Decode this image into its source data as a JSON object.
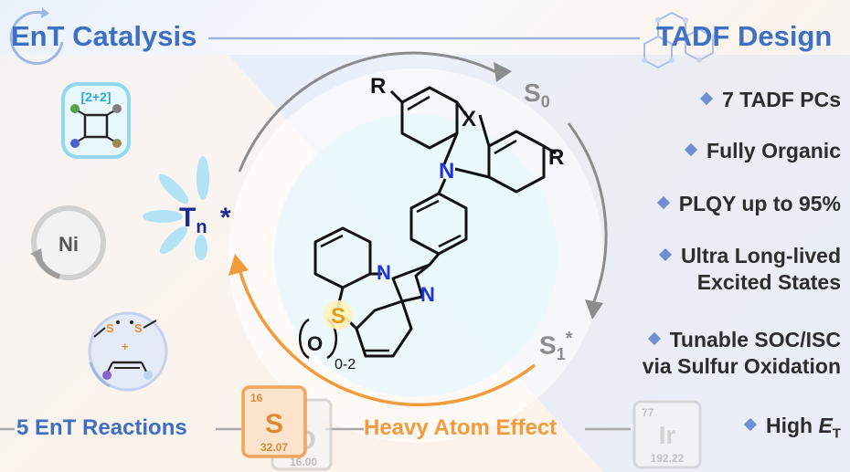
{
  "header": {
    "left_title": "EnT Catalysis",
    "right_title": "TADF Design"
  },
  "cycle": {
    "tn_label": "T",
    "tn_sub": "n",
    "tn_star": "*",
    "s0_label": "S",
    "s0_sub": "0",
    "s1_label": "S",
    "s1_sub": "1",
    "s1_star": "*"
  },
  "molecule": {
    "r_top": "R",
    "r_right": "R",
    "x_label": "X",
    "n_top": "N",
    "n_mid": "N",
    "n_right": "N",
    "s_label": "S",
    "o_label": "O",
    "sub_range": "0-2"
  },
  "reactions": {
    "cycloaddition_label": "[2+2]",
    "ni_label": "Ni",
    "thio_plus": "+",
    "thio_s1": "S",
    "thio_s2": "S"
  },
  "features": [
    {
      "text": "7 TADF PCs"
    },
    {
      "text": "Fully Organic"
    },
    {
      "text": "PLQY up to 95%"
    },
    {
      "line1": "Ultra Long-lived",
      "line2": "Excited States"
    },
    {
      "line1": "Tunable SOC/ISC",
      "line2": "via Sulfur Oxidation"
    },
    {
      "prefix": "High ",
      "italic": "E",
      "sub": "T"
    }
  ],
  "bottom": {
    "ent_reactions": "5 EnT Reactions",
    "heavy_atom": "Heavy Atom Effect",
    "sulfur": {
      "number": "16",
      "symbol": "S",
      "mass": "32.07"
    },
    "oxygen": {
      "symbol": "O",
      "mass": "16.00"
    },
    "iridium": {
      "number": "77",
      "symbol": "Ir",
      "mass": "192.22"
    }
  },
  "colors": {
    "title_blue": "#3f6fc2",
    "orange": "#f39a3b",
    "arrow_gray": "#8c8c8c",
    "cyan": "#8fd9f2",
    "nitrogen_blue": "#1f35d6",
    "sulfur_orange": "#e39a1f"
  }
}
